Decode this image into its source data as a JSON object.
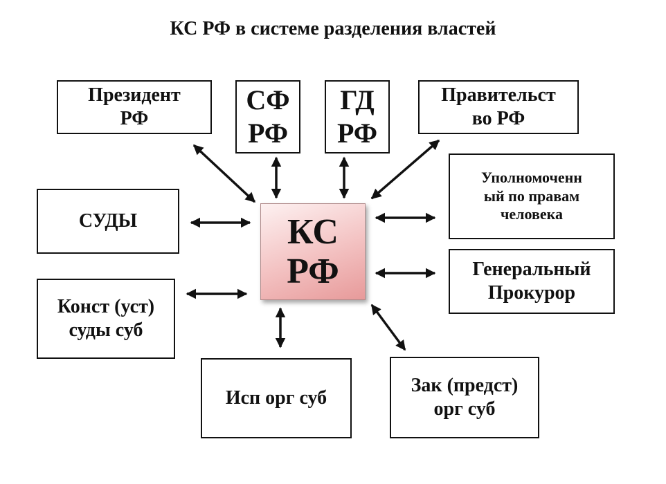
{
  "title": "КС РФ в системе разделения властей",
  "center": "КС\nРФ",
  "nodes": {
    "president": "Президент\nРФ",
    "sf": "СФ\nРФ",
    "gd": "ГД\nРФ",
    "government": "Правительст\nво РФ",
    "ombudsman": "Уполномоченн\nый по правам\nчеловека",
    "prosecutor": "Генеральный\nПрокурор",
    "courts": "СУДЫ",
    "const_courts": "Конст (уст)\nсуды суб",
    "exec_subj": "Исп орг суб",
    "legis_subj": "Зак (предст)\nорг суб"
  }
}
